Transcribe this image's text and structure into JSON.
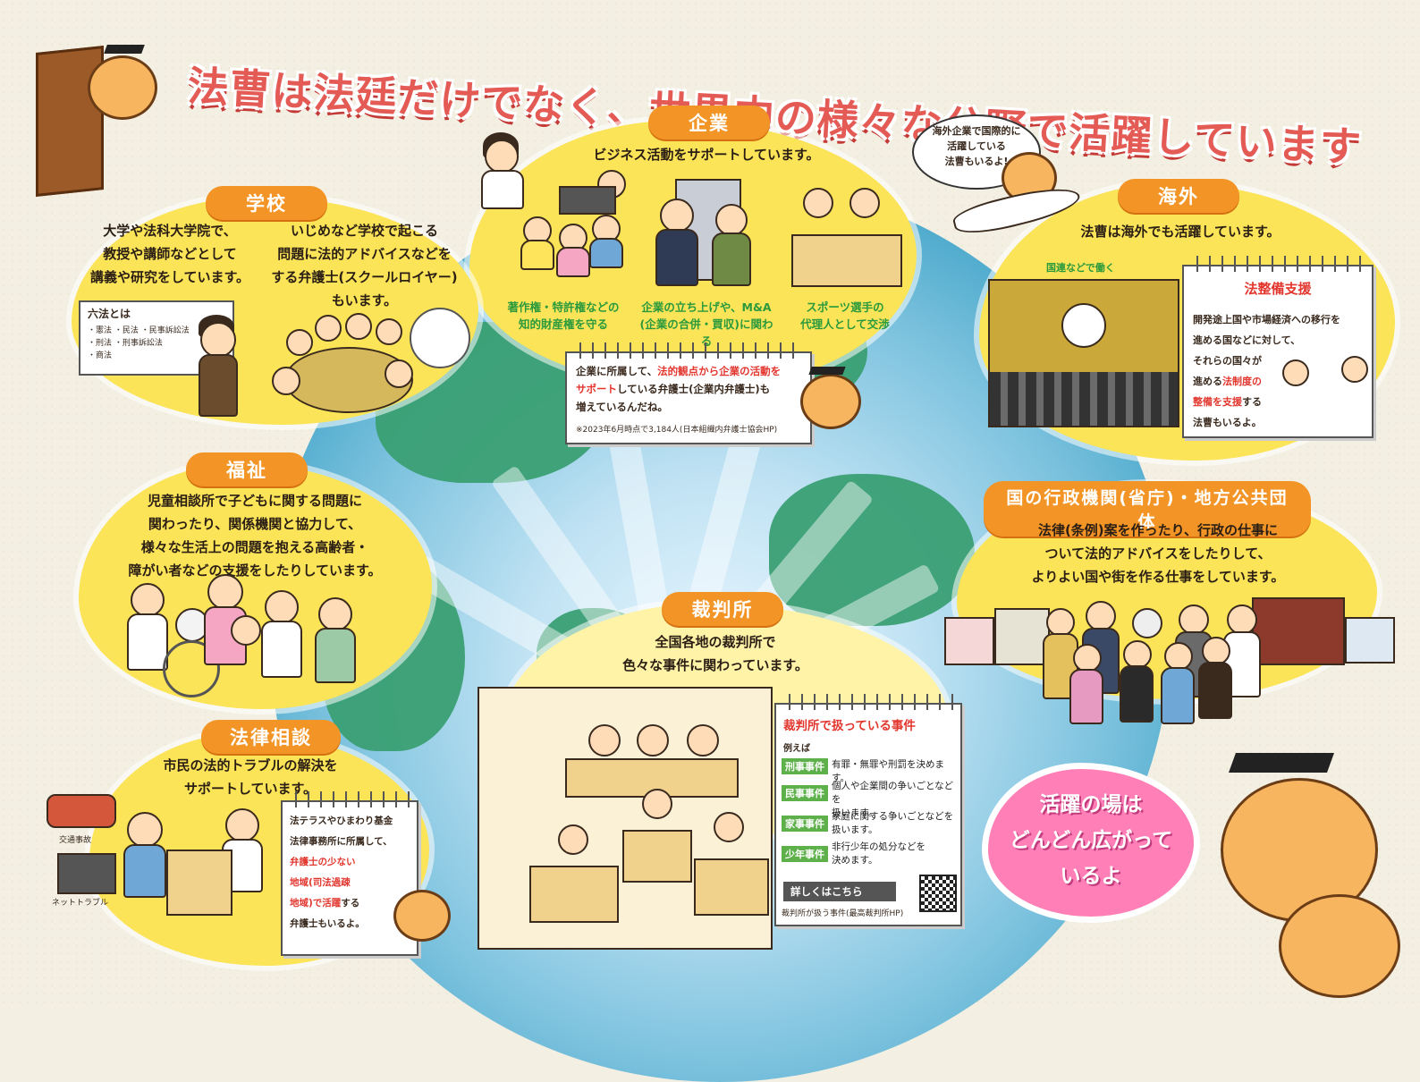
{
  "title": "法曹は法廷だけでなく、世界中の様々な分野で活躍しています",
  "company": {
    "label": "企業",
    "lead": "ビジネス活動をサポートしています。",
    "captions": [
      "著作権・特許権などの\n知的財産権を守る",
      "企業の立ち上げや、M&A\n(企業の合併・買収)に関わる",
      "スポーツ選手の\n代理人として交渉"
    ],
    "note_line1": "企業に所属して、",
    "note_red1": "法的観点から企業の活動を",
    "note_red2": "サポート",
    "note_line2": "している弁護士(企業内弁護士)も",
    "note_line3": "増えているんだね。",
    "note_source": "※2023年6月時点で3,184人(日本組織内弁護士協会HP)"
  },
  "school": {
    "label": "学校",
    "left_text": "大学や法科大学院で、\n教授や講師などとして\n講義や研究をしています。",
    "right_text": "いじめなど学校で起こる\n問題に法的アドバイスなどを\nする弁護士(スクールロイヤー)\nもいます。",
    "board_title": "六法とは",
    "board_lines": [
      "・憲法 ・民法 ・民事訴訟法",
      "・刑法 ・刑事訴訟法",
      "・商法"
    ]
  },
  "overseas": {
    "label": "海外",
    "lead": "法曹は海外でも活躍しています。",
    "un_caption": "国連などで働く",
    "bubble": "海外企業で国際的に\n活躍している\n法曹もいるよ!",
    "note_title": "法整備支援",
    "note_lines": [
      "開発途上国や市場経済への移行を",
      "進める国などに対して、",
      "それらの国々が",
      "進める",
      "法制度の",
      "整備を支援",
      "する",
      "法曹もいるよ。"
    ]
  },
  "welfare": {
    "label": "福祉",
    "text": "児童相談所で子どもに関する問題に\n関わったり、関係機関と協力して、\n様々な生活上の問題を抱える高齢者・\n障がい者などの支援をしたりしています。"
  },
  "government": {
    "label": "国の行政機関(省庁)・地方公共団体",
    "text": "法律(条例)案を作ったり、行政の仕事に\nついて法的アドバイスをしたりして、\nよりよい国や街を作る仕事をしています。"
  },
  "court": {
    "label": "裁判所",
    "lead": "全国各地の裁判所で\n色々な事件に関わっています。",
    "note_title": "裁判所で扱っている事件",
    "example": "例えば",
    "cases": [
      {
        "tag": "刑事事件",
        "desc": "有罪・無罪や刑罰を決めます。"
      },
      {
        "tag": "民事事件",
        "desc": "個人や企業間の争いごとなどを\n扱います。"
      },
      {
        "tag": "家事事件",
        "desc": "家庭に関する争いごとなどを\n扱います。"
      },
      {
        "tag": "少年事件",
        "desc": "非行少年の処分などを\n決めます。"
      }
    ],
    "more_button": "詳しくはこちら",
    "source": "裁判所が扱う事件(最高裁判所HP)"
  },
  "consultation": {
    "label": "法律相談",
    "lead": "市民の法的トラブルの解決を\nサポートしています。",
    "icon_labels": [
      "交通事故",
      "ネットトラブル"
    ],
    "note_l1": "法テラスやひまわり基金",
    "note_l2": "法律事務所に所属して、",
    "note_r1": "弁護士の少ない",
    "note_r2": "地域(司法過疎",
    "note_r3": "地域)で活躍",
    "note_l3": "する",
    "note_l4": "弁護士もいるよ。"
  },
  "pink_bubble": "活躍の場は\nどんどん広がって\nいるよ",
  "colors": {
    "label_orange": "#f39526",
    "cloud_yellow": "#fbe458",
    "title_red": "#e45a55",
    "accent_red": "#e2362e",
    "green": "#2a9a3c",
    "pink": "#ff7fb6"
  }
}
